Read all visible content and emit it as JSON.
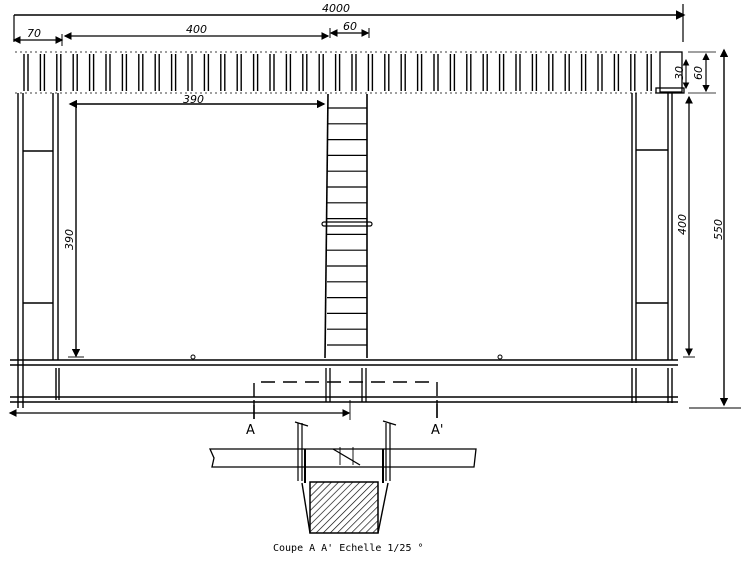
{
  "drawing": {
    "type": "technical plan drawing - grating / ladder frame with section",
    "dimensions": {
      "overall_width": "4000",
      "left_bay": "70",
      "span_top": "400",
      "right_module": "60",
      "inner_span": "390",
      "inner_height": "390",
      "right_height": "400",
      "total_height": "550",
      "grating_small": "30",
      "grating_depth": "60"
    },
    "section_labels": {
      "left": "A",
      "right": "A'"
    },
    "caption": "Coupe A A'  Echelle 1/25 °",
    "colors": {
      "ink": "#000000",
      "paper": "#ffffff"
    }
  }
}
